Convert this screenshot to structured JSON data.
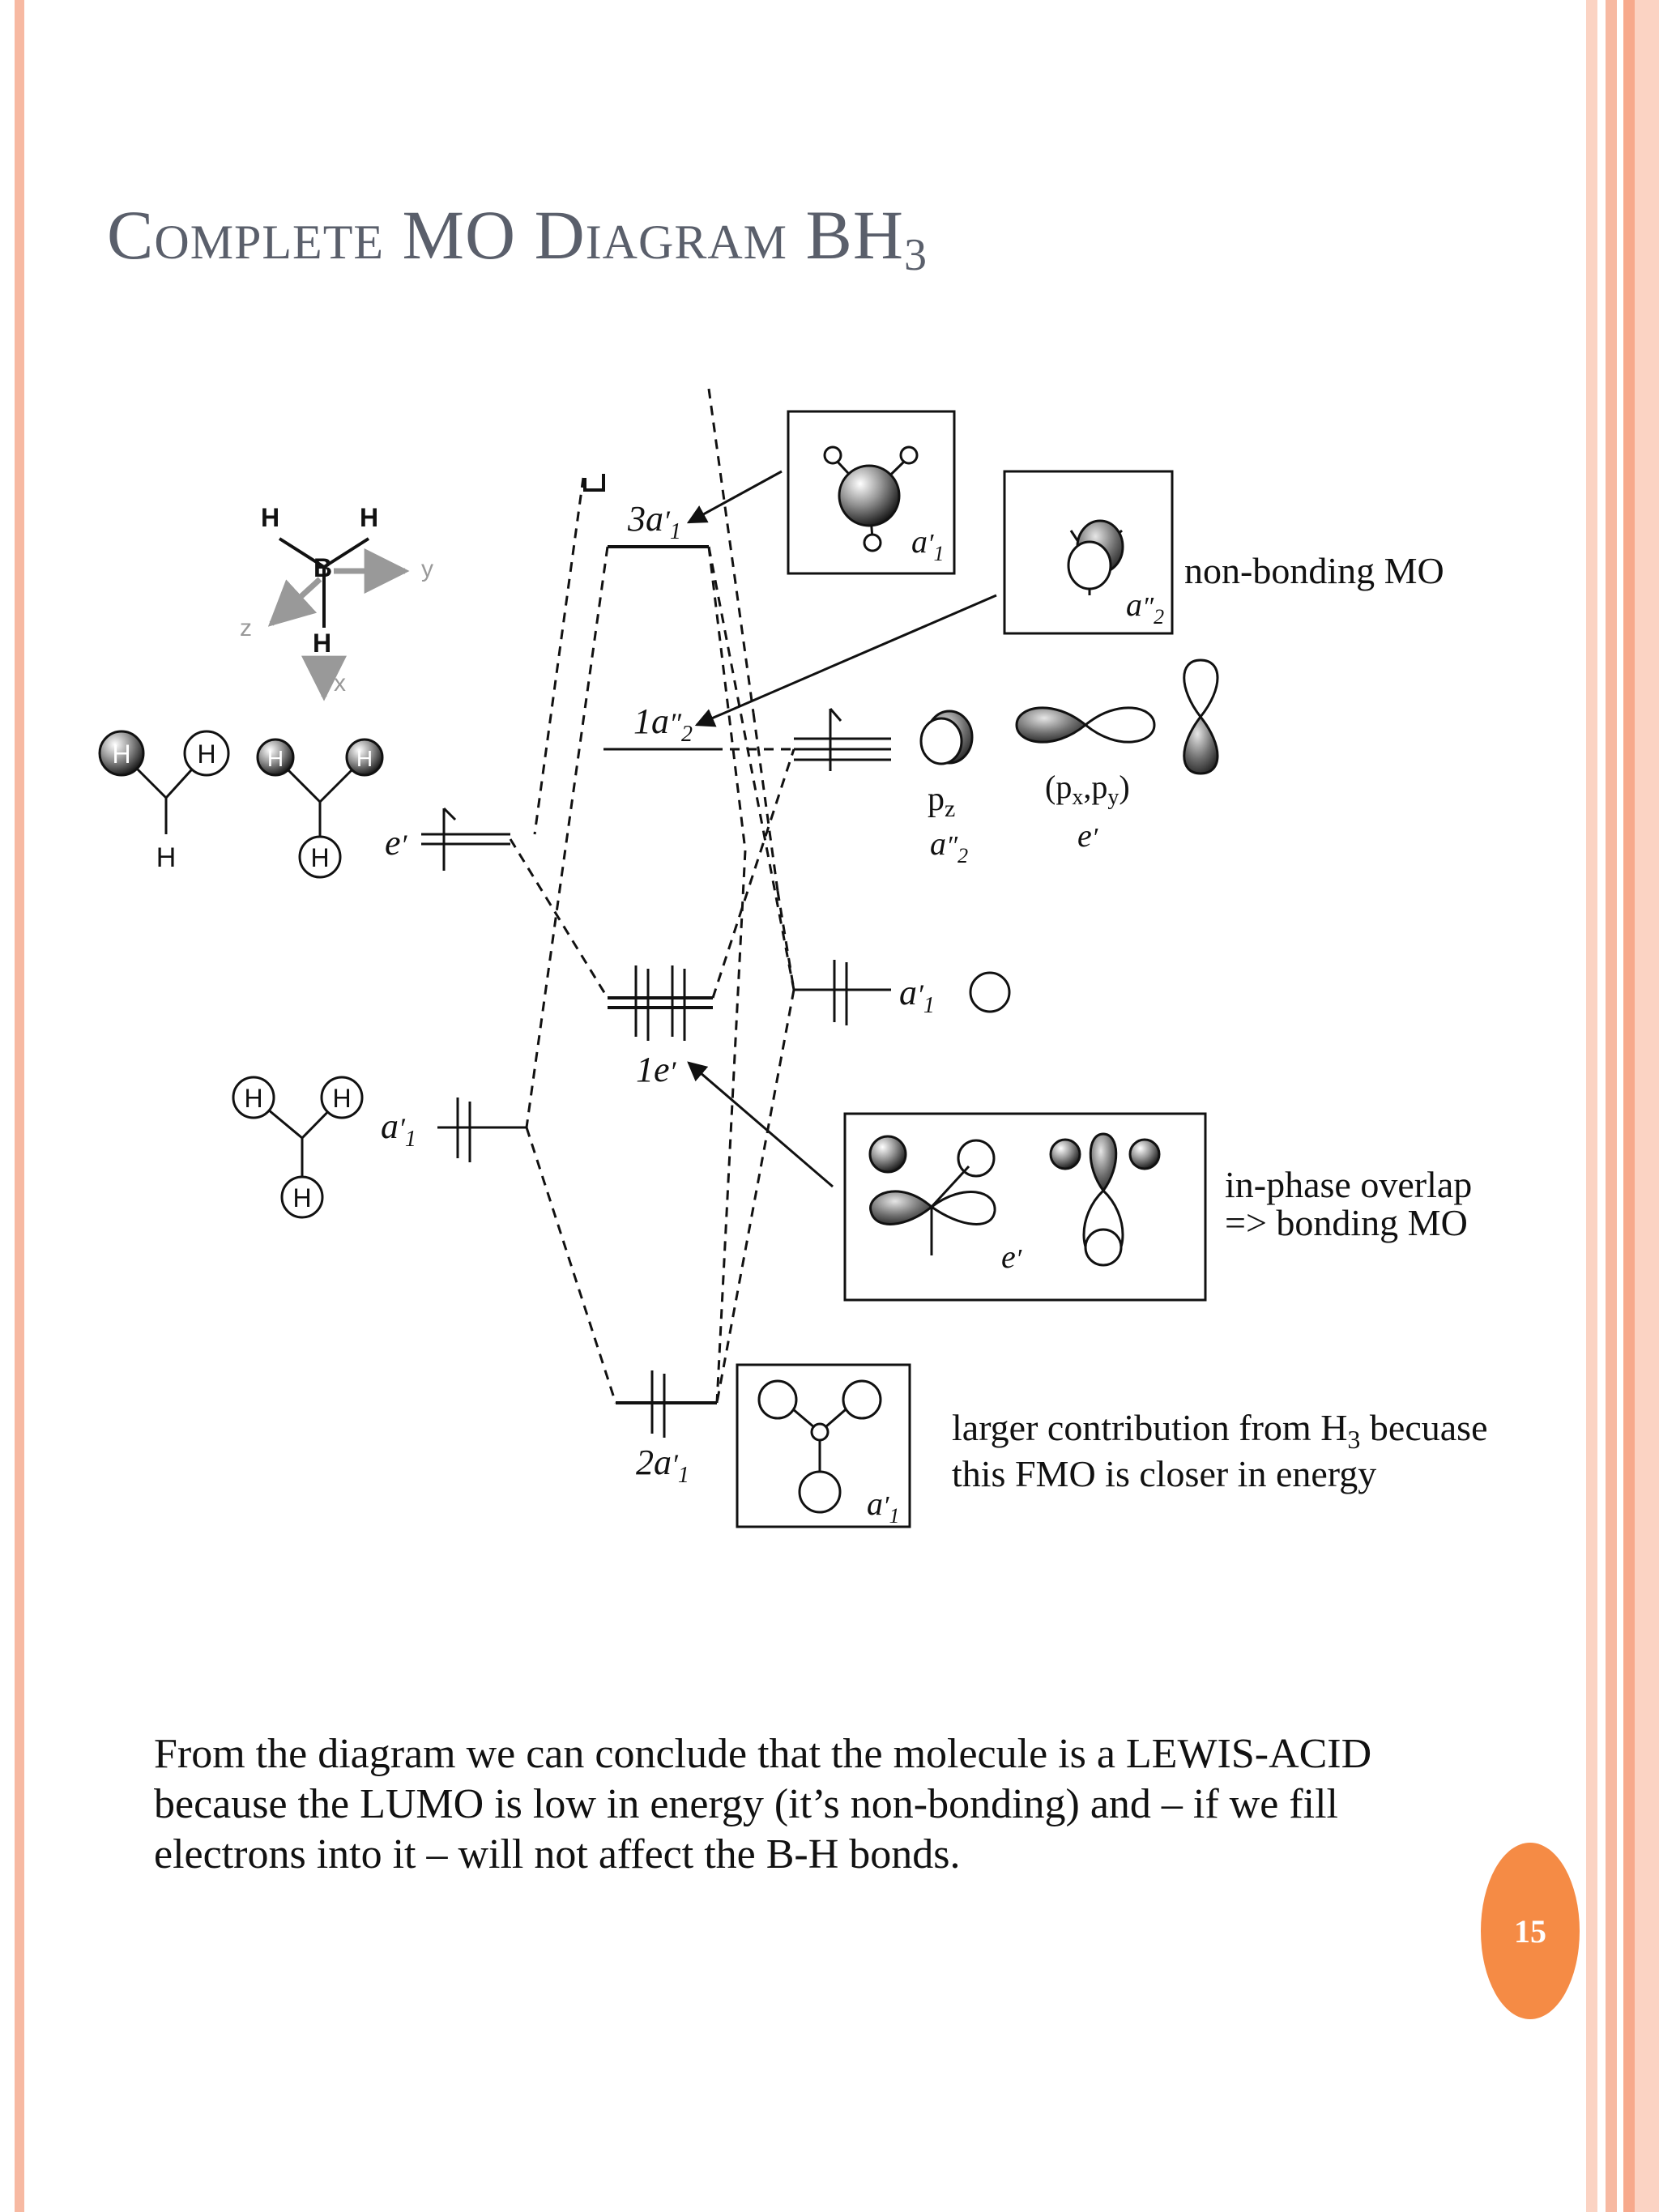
{
  "slide": {
    "title_main": "Complete MO Diagram BH",
    "title_sub": "3",
    "conclusion": "From the diagram we can conclude that the molecule is a LEWIS-ACID because the LUMO is low in energy (it’s non-bonding) and – if we fill electrons into it – will not affect the B-H bonds.",
    "page_number": "15"
  },
  "colors": {
    "border": "#f7b9a2",
    "badge": "#f58b45",
    "title": "#5a5f6b"
  },
  "diagram": {
    "axes": {
      "H": "H",
      "B": "B",
      "y": "y",
      "z": "z",
      "x": "x"
    },
    "atoms": {
      "H": "H"
    },
    "levels": {
      "mo_3a1": "3a",
      "mo_1a2": "1a",
      "mo_1e": "1e",
      "mo_2a1": "2a",
      "sub_1": "1",
      "sub_2": "2",
      "prime": "′",
      "dprime": "″",
      "e": "e",
      "a": "a"
    },
    "orbital_labels": {
      "pz": "p",
      "pz_sub": "z",
      "pxpy_open": "(p",
      "pxpy_x": "x",
      "pxpy_mid": ",p",
      "pxpy_y": "y",
      "pxpy_close": ")"
    },
    "annotations": {
      "nonbonding": "non-bonding MO",
      "inphase_1": "in-phase overlap",
      "inphase_2": "=> bonding MO",
      "larger_1a": "larger contribution from H",
      "larger_1b": "3",
      "larger_1c": " becuase",
      "larger_2": "this FMO is closer in energy"
    }
  }
}
